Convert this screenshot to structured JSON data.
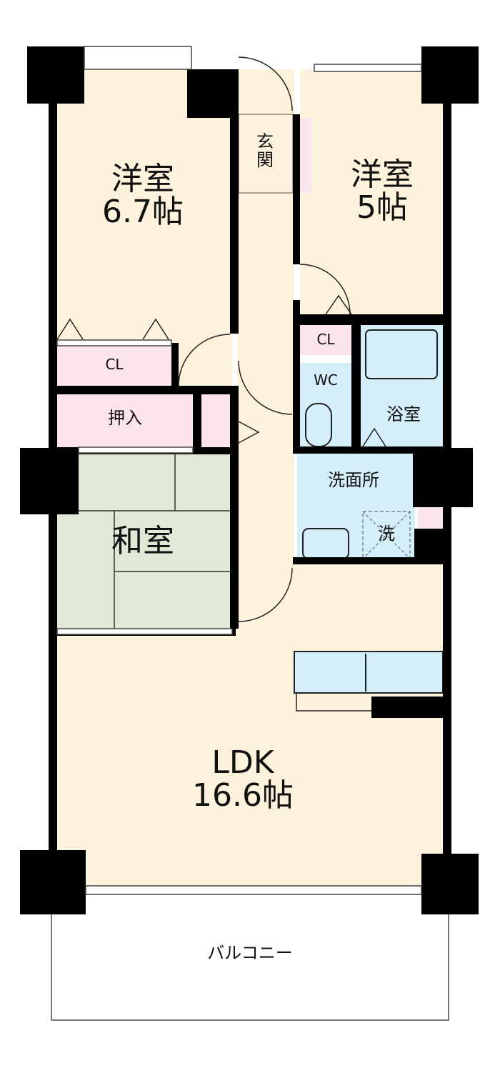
{
  "rooms": {
    "western_room_1": {
      "name": "洋室",
      "size": "6.7帖"
    },
    "western_room_2": {
      "name": "洋室",
      "size": "5帖"
    },
    "entrance": "玄関",
    "closet_left": "CL",
    "closet_right": "CL",
    "oshiire": "押入",
    "wc": "WC",
    "bathroom": "浴室",
    "washroom": "洗面所",
    "washer": "洗",
    "japanese_room": "和室",
    "ldk": {
      "name": "LDK",
      "size": "16.6帖"
    },
    "balcony": "バルコニー"
  },
  "colors": {
    "floor": "#fdf3dc",
    "storage": "#fbe4ec",
    "wet_area": "#d4eefa",
    "tatami": "#e0e8d6",
    "wall": "#000000"
  }
}
